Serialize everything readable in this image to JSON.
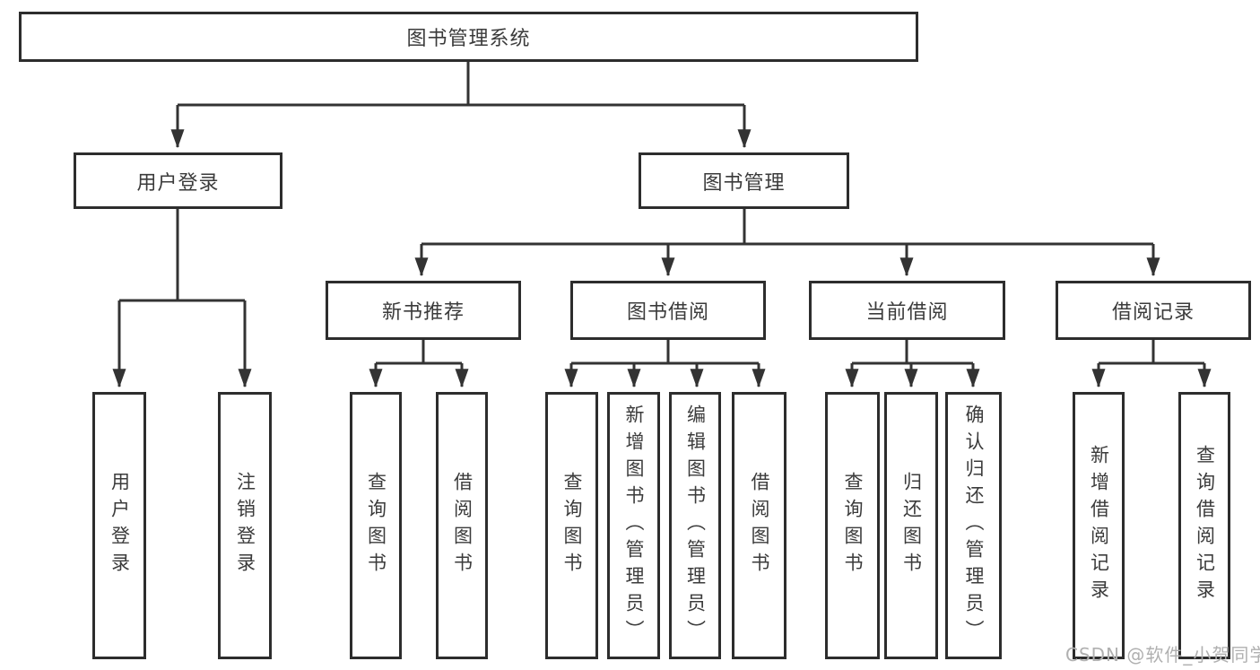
{
  "tree": {
    "label": "图书管理系统",
    "children": [
      {
        "label": "用户登录",
        "children": [
          {
            "label": "用户登录"
          },
          {
            "label": "注销登录"
          }
        ]
      },
      {
        "label": "图书管理",
        "children": [
          {
            "label": "新书推荐",
            "children": [
              {
                "label": "查询图书"
              },
              {
                "label": "借阅图书"
              }
            ]
          },
          {
            "label": "图书借阅",
            "children": [
              {
                "label": "查询图书"
              },
              {
                "label": "新增图书（管理员）"
              },
              {
                "label": "编辑图书（管理员）"
              },
              {
                "label": "借阅图书"
              }
            ]
          },
          {
            "label": "当前借阅",
            "children": [
              {
                "label": "查询图书"
              },
              {
                "label": "归还图书"
              },
              {
                "label": "确认归还（管理员）"
              }
            ]
          },
          {
            "label": "借阅记录",
            "children": [
              {
                "label": "新增借阅记录"
              },
              {
                "label": "查询借阅记录"
              }
            ]
          }
        ]
      }
    ]
  },
  "watermark": {
    "text": "CSDN @软件_小贺同学"
  },
  "colors": {
    "line": "#333333",
    "box_border": "#2d2d2d",
    "box_fill": "#ffffff",
    "text": "#3b3b3b",
    "watermark_text": "#b0b0b0",
    "background": "#ffffff"
  }
}
